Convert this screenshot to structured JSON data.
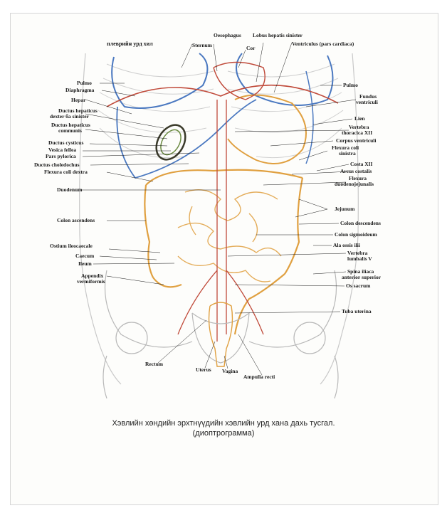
{
  "labels": {
    "pleura": "плеврийн урд хил",
    "sternum": "Sternum",
    "oesophagus": "Oesophagus",
    "cor": "Cor",
    "lobus": "Lobus hepatis sinister",
    "ventriculus": "Ventriculus (pars cardiaca)",
    "pulmo_l": "Pulmo",
    "diaphragma": "Diaphragma",
    "hepar": "Hepar",
    "dhd1": "Ductus hepaticus",
    "dhd2": "dexter ба sinister",
    "dhc1": "Ductus hepaticus",
    "dhc2": "communis",
    "dcyst": "Ductus cysticus",
    "vesica": "Vesica fellea",
    "pylor": "Pars pylorica",
    "chol": "Ductus choledochus",
    "flexd": "Flexura coli dextra",
    "duod": "Duodenum",
    "colasc": "Colon ascendens",
    "ostium": "Ostium ileocaecale",
    "caecum": "Caecum",
    "ileum": "Ileum",
    "app1": "Appendix",
    "app2": "vermiformis",
    "rectum": "Rectum",
    "uterus": "Uterus",
    "vagina": "Vagina",
    "ampulla": "Ampulla recti",
    "pulmo_r": "Pulmo",
    "fund1": "Fundus",
    "fund2": "ventriculi",
    "lien": "Lien",
    "vert1": "Vertebra",
    "vert2": "thoracica XII",
    "corpus": "Corpus ventriculi",
    "flexs1": "Flexura coli",
    "flexs2": "sinistra",
    "costa": "Costa XII",
    "arcus": "Arcus costalis",
    "flexdj1": "Flexura",
    "flexdj2": "duodenojejunalis",
    "jejunum": "Jejunum",
    "coldesc": "Colon descendens",
    "colsig": "Colon sigmoideum",
    "ala": "Ala ossis ilii",
    "vertl1": "Vertebra",
    "vertl2": "lumbalis V",
    "spina1": "Spina iliaca",
    "spina2": "anterior superior",
    "ossac": "Os sacrum",
    "tuba": "Tuba uterina"
  },
  "caption": {
    "line1": "Хэвлийн хөндийн эрхтнүүдийн хэвлийн урд хана дахь тусгал.",
    "line2": "(диоптрограмма)"
  },
  "colors": {
    "lung_blue": "#4a78c0",
    "colon_orange": "#e0a040",
    "vessel_red": "#c04a3a",
    "bone_gray": "#b8b8b8",
    "gall_green": "#6a8a40",
    "text": "#1a1a1a"
  }
}
